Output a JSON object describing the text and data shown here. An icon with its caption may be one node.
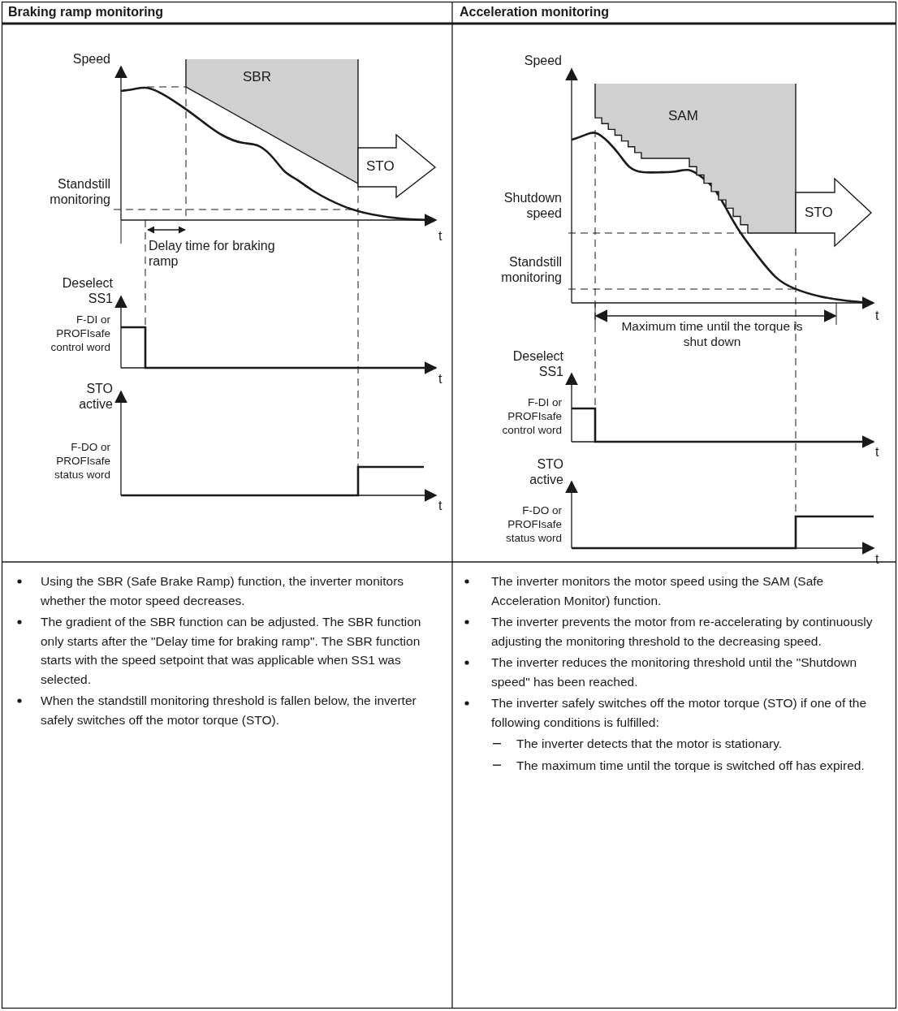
{
  "diagram": {
    "nodes": [
      {
        "text": [
          "SBR"
        ]
      },
      {
        "text": [
          "STO"
        ]
      },
      {
        "text": [
          "SAM"
        ]
      },
      {
        "text": [
          "STO"
        ]
      }
    ],
    "labels": [
      "Braking ramp monitoring",
      "Acceleration monitoring",
      "Speed",
      "Standstill monitoring",
      "t",
      "Delay time for braking ramp",
      "Deselect SS1",
      "F-DI or PROFIsafe control word",
      "t",
      "STO active",
      "F-DO or PROFIsafe status word",
      "t",
      "Speed",
      "Shutdown speed",
      "Standstill monitoring",
      "t",
      "Maximum time until the torque is shut down",
      "Deselect SS1",
      "F-DI or PROFIsafe control word",
      "t",
      "STO active",
      "F-DO or PROFIsafe status word",
      "t",
      "Using the SBR (Safe Brake Ramp) function, the inverter monitors whether the motor speed decreases.",
      "The gradient of the SBR function can be adjusted. The SBR function only starts after the \"Delay time for braking ramp\". The SBR function starts with the speed setpoint that was applicable when SS1 was selected.",
      "When the standstill monitoring threshold is fallen below, the inverter safely switches off the motor torque (STO).",
      "The inverter monitors the motor speed using the SAM (Safe Acceleration Monitor) function.",
      "The inverter prevents the motor from re-accelerating by continuously adjusting the monitoring threshold to the decreasing speed.",
      "The inverter reduces the monitoring threshold until the \"Shutdown speed\" has been reached.",
      "The inverter safely switches off the motor torque (STO) if one of the following conditions is fulfilled:",
      "The inverter detects that the motor is stationary.",
      "The maximum time until the torque is switched off has expired."
    ]
  }
}
